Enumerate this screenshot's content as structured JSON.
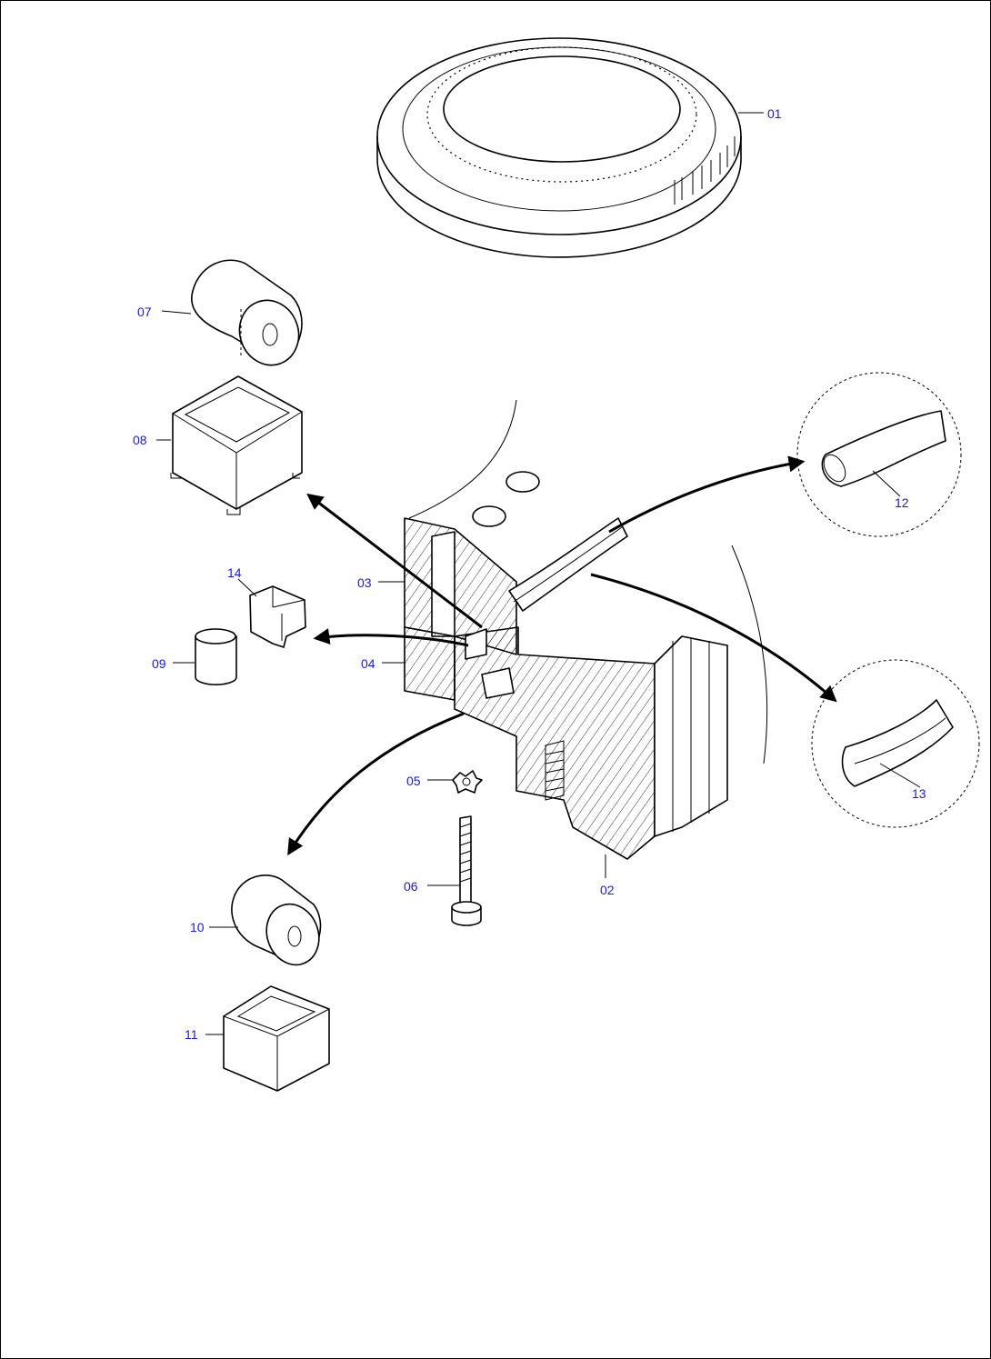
{
  "diagram": {
    "callouts": [
      {
        "id": "01",
        "text": "01"
      },
      {
        "id": "02",
        "text": "02"
      },
      {
        "id": "03",
        "text": "03"
      },
      {
        "id": "04",
        "text": "04"
      },
      {
        "id": "05",
        "text": "05"
      },
      {
        "id": "06",
        "text": "06"
      },
      {
        "id": "07",
        "text": "07"
      },
      {
        "id": "08",
        "text": "08"
      },
      {
        "id": "09",
        "text": "09"
      },
      {
        "id": "10",
        "text": "10"
      },
      {
        "id": "11",
        "text": "11"
      },
      {
        "id": "12",
        "text": "12"
      },
      {
        "id": "13",
        "text": "13"
      },
      {
        "id": "14",
        "text": "14"
      }
    ],
    "colors": {
      "callout_text": "#1a1adb",
      "line": "#000000",
      "background": "#ffffff"
    }
  }
}
